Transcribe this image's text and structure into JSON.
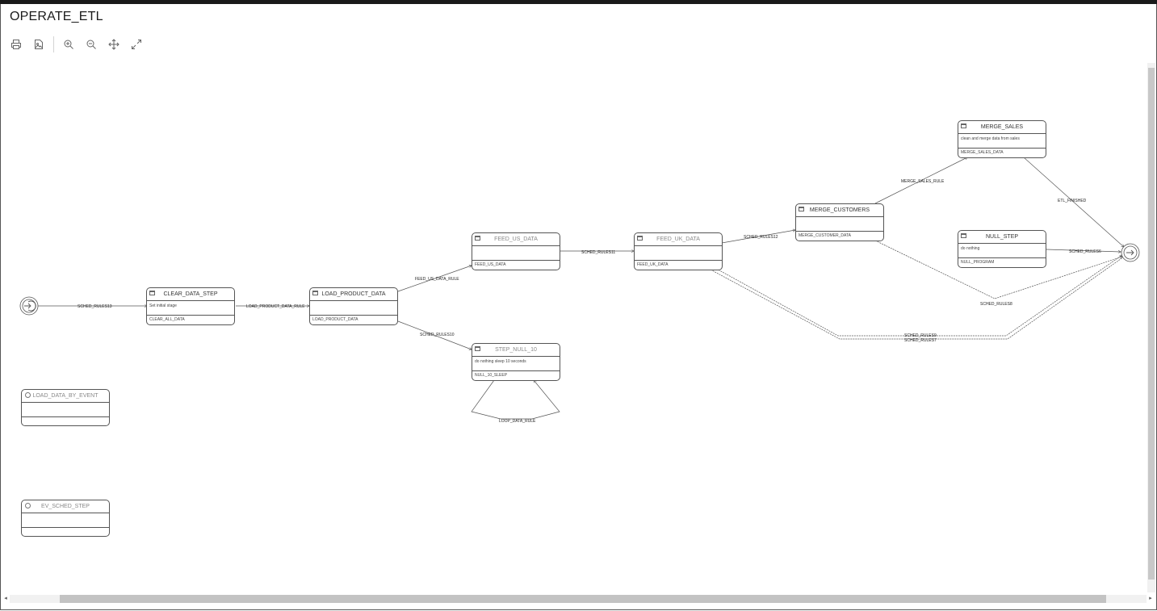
{
  "page": {
    "title": "OPERATE_ETL"
  },
  "toolbar": {
    "buttons": [
      {
        "name": "print-button",
        "icon": "printer-icon"
      },
      {
        "name": "export-image-button",
        "icon": "image-icon"
      },
      {
        "name": "zoom-in-button",
        "icon": "zoom-in-icon"
      },
      {
        "name": "zoom-out-button",
        "icon": "zoom-out-icon"
      },
      {
        "name": "pan-button",
        "icon": "move-icon"
      },
      {
        "name": "fit-button",
        "icon": "expand-icon"
      }
    ]
  },
  "diagram": {
    "nodes": {
      "clear_data_step": {
        "title": "CLEAR_DATA_STEP",
        "desc": "Set initial stage",
        "program": "CLEAR_ALL_DATA"
      },
      "load_product_data": {
        "title": "LOAD_PRODUCT_DATA",
        "desc": "",
        "program": "LOAD_PRODUCT_DATA"
      },
      "feed_us_data": {
        "title": "FEED_US_DATA",
        "desc": "",
        "program": "FEED_US_DATA"
      },
      "step_null_10": {
        "title": "STEP_NULL_10",
        "desc": "do nothing sleep 10 seconds",
        "program": "NULL_10_SLEEP"
      },
      "feed_uk_data": {
        "title": "FEED_UK_DATA",
        "desc": "",
        "program": "FEED_UK_DATA"
      },
      "merge_customers": {
        "title": "MERGE_CUSTOMERS",
        "desc": "",
        "program": "MERGE_CUSTOMER_DATA"
      },
      "merge_sales": {
        "title": "MERGE_SALES",
        "desc": "clean and merge data from sales",
        "program": "MERGE_SALES_DATA"
      },
      "null_step": {
        "title": "NULL_STEP",
        "desc": "do nothing",
        "program": "NULL_PROGRAM"
      },
      "load_data_by_event": {
        "title": "LOAD_DATA_BY_EVENT",
        "desc": "",
        "program": ""
      },
      "ev_sched_step": {
        "title": "EV_SCHED_STEP",
        "desc": "",
        "program": ""
      }
    },
    "edges": {
      "e1": "SCHED_RULES13",
      "e2": "LOAD_PRODUCT_DATA_RULE",
      "e3": "FEED_US_DATA_RULE",
      "e4": "SCHED_RULES10",
      "e5": "SCHED_RULES11",
      "e6": "SCHED_RULES12",
      "e7": "MERGE_SALES_RULE",
      "e8": "ETL_FINISHED",
      "e9": "SCHED_RULES6",
      "e10": "SCHED_RULES8",
      "e11": "SCHED_RULES9",
      "e12": "SCHED_RULES7",
      "e13": "LOOP_DATA_RULE"
    }
  }
}
